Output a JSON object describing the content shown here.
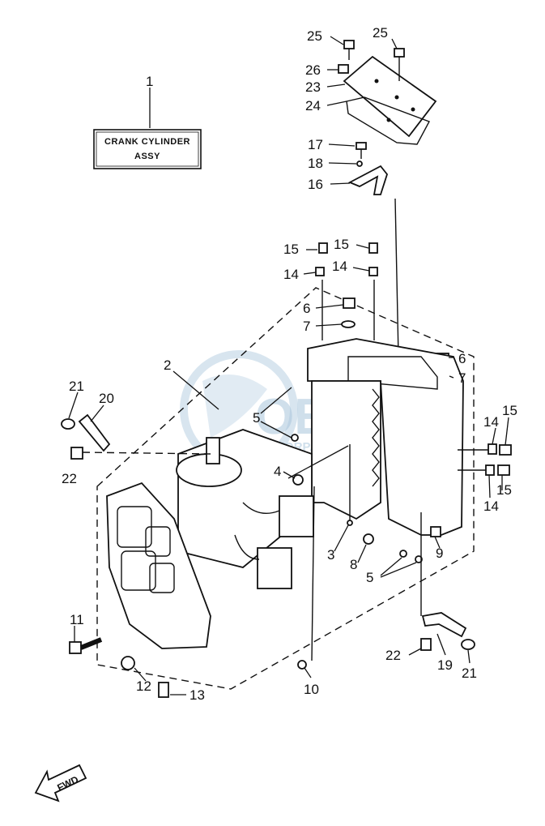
{
  "assembly_box": {
    "item_number": "1",
    "line1": "CRANK CYLINDER",
    "line2": "ASSY"
  },
  "parts": [
    {
      "id": "p25a",
      "num": "25"
    },
    {
      "id": "p25b",
      "num": "25"
    },
    {
      "id": "p26",
      "num": "26"
    },
    {
      "id": "p23",
      "num": "23"
    },
    {
      "id": "p24",
      "num": "24"
    },
    {
      "id": "p17",
      "num": "17"
    },
    {
      "id": "p18",
      "num": "18"
    },
    {
      "id": "p16",
      "num": "16"
    },
    {
      "id": "p15a",
      "num": "15"
    },
    {
      "id": "p15b",
      "num": "15"
    },
    {
      "id": "p14a",
      "num": "14"
    },
    {
      "id": "p14b",
      "num": "14"
    },
    {
      "id": "p6a",
      "num": "6"
    },
    {
      "id": "p7a",
      "num": "7"
    },
    {
      "id": "p6b",
      "num": "6"
    },
    {
      "id": "p7b",
      "num": "7"
    },
    {
      "id": "p2",
      "num": "2"
    },
    {
      "id": "p21a",
      "num": "21"
    },
    {
      "id": "p20",
      "num": "20"
    },
    {
      "id": "p5a",
      "num": "5"
    },
    {
      "id": "p22a",
      "num": "22"
    },
    {
      "id": "p14c",
      "num": "14"
    },
    {
      "id": "p15c",
      "num": "15"
    },
    {
      "id": "p15d",
      "num": "15"
    },
    {
      "id": "p14d",
      "num": "14"
    },
    {
      "id": "p4",
      "num": "4"
    },
    {
      "id": "p3",
      "num": "3"
    },
    {
      "id": "p8",
      "num": "8"
    },
    {
      "id": "p9",
      "num": "9"
    },
    {
      "id": "p5b",
      "num": "5"
    },
    {
      "id": "p11",
      "num": "11"
    },
    {
      "id": "p22b",
      "num": "22"
    },
    {
      "id": "p19",
      "num": "19"
    },
    {
      "id": "p21b",
      "num": "21"
    },
    {
      "id": "p12",
      "num": "12"
    },
    {
      "id": "p13",
      "num": "13"
    },
    {
      "id": "p10",
      "num": "10"
    }
  ],
  "fwd_arrow": {
    "label": "FWD"
  },
  "watermark": {
    "text": "OEM",
    "subtext": "MOTORPARTS"
  }
}
